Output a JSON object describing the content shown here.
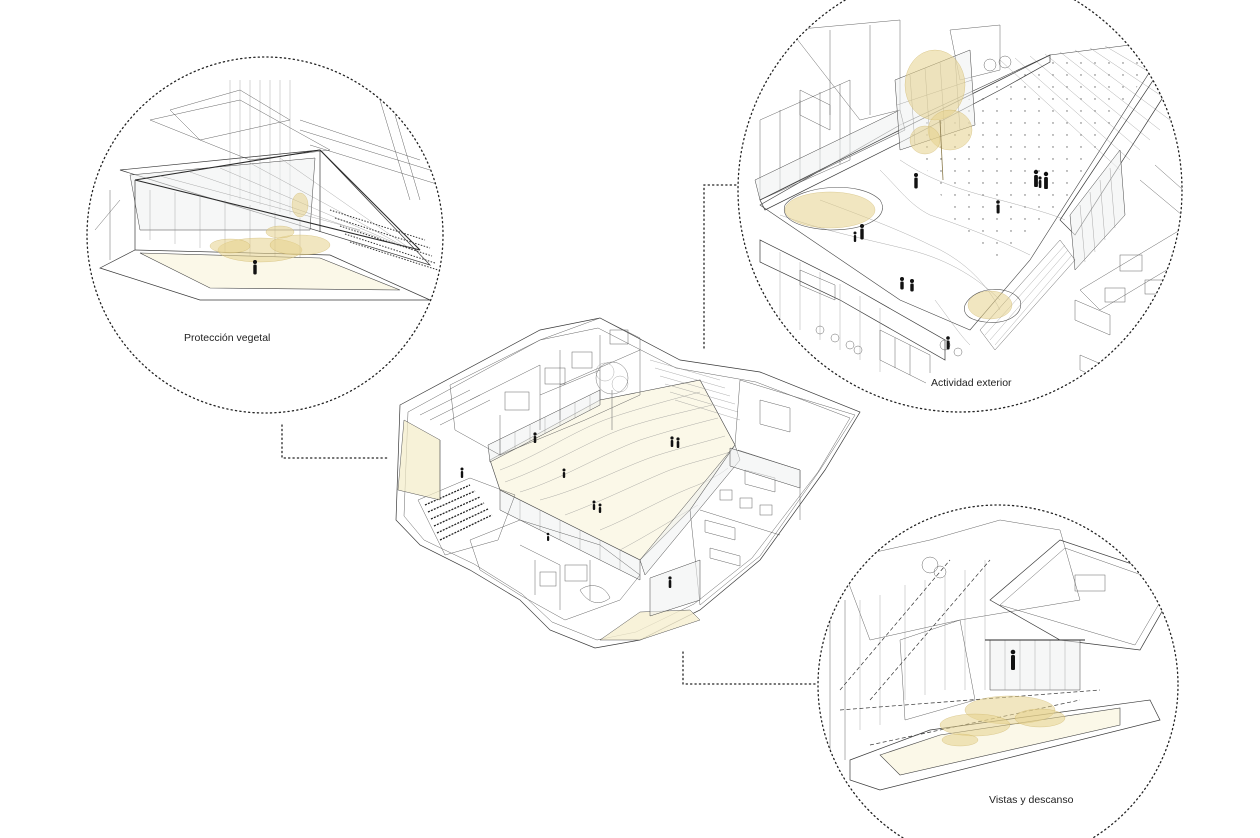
{
  "captions": {
    "left": "Protección vegetal",
    "top_right": "Actividad exterior",
    "bottom_right": "Vistas y descanso"
  },
  "colors": {
    "line": "#3a3a3a",
    "vegetation": "#e6d28c",
    "floor_tint": "#fbf8e8",
    "background": "#ffffff"
  }
}
